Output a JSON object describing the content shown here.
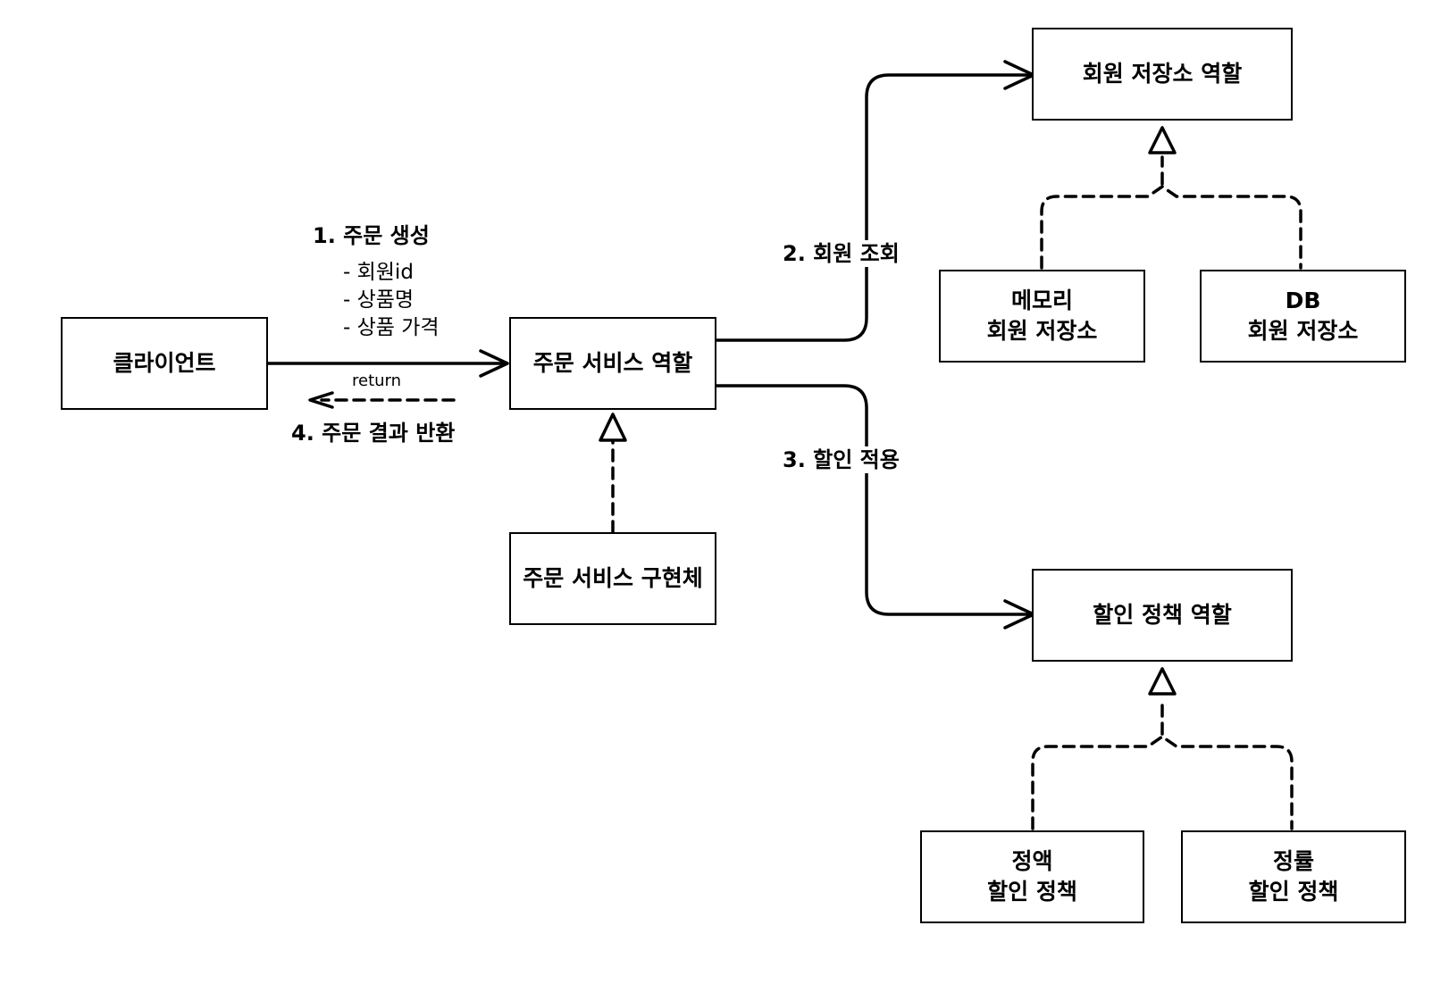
{
  "nodes": {
    "client": "클라이언트",
    "order_service_role": "주문 서비스 역할",
    "order_service_impl": "주문 서비스 구현체",
    "member_repo_role": "회원 저장소 역할",
    "memory_repo": [
      "메모리",
      "회원 저장소"
    ],
    "db_repo": [
      "DB",
      "회원 저장소"
    ],
    "discount_policy_role": "할인 정책 역할",
    "fixed_policy": [
      "정액",
      "할인 정책"
    ],
    "rate_policy": [
      "정률",
      "할인 정책"
    ]
  },
  "edges": {
    "create_order": {
      "title": "1. 주문 생성",
      "details": [
        "- 회원id",
        "- 상품명",
        "- 상품 가격"
      ]
    },
    "return_label": "return",
    "return_result": "4. 주문 결과 반환",
    "member_lookup": "2. 회원 조회",
    "apply_discount": "3. 할인 적용"
  }
}
